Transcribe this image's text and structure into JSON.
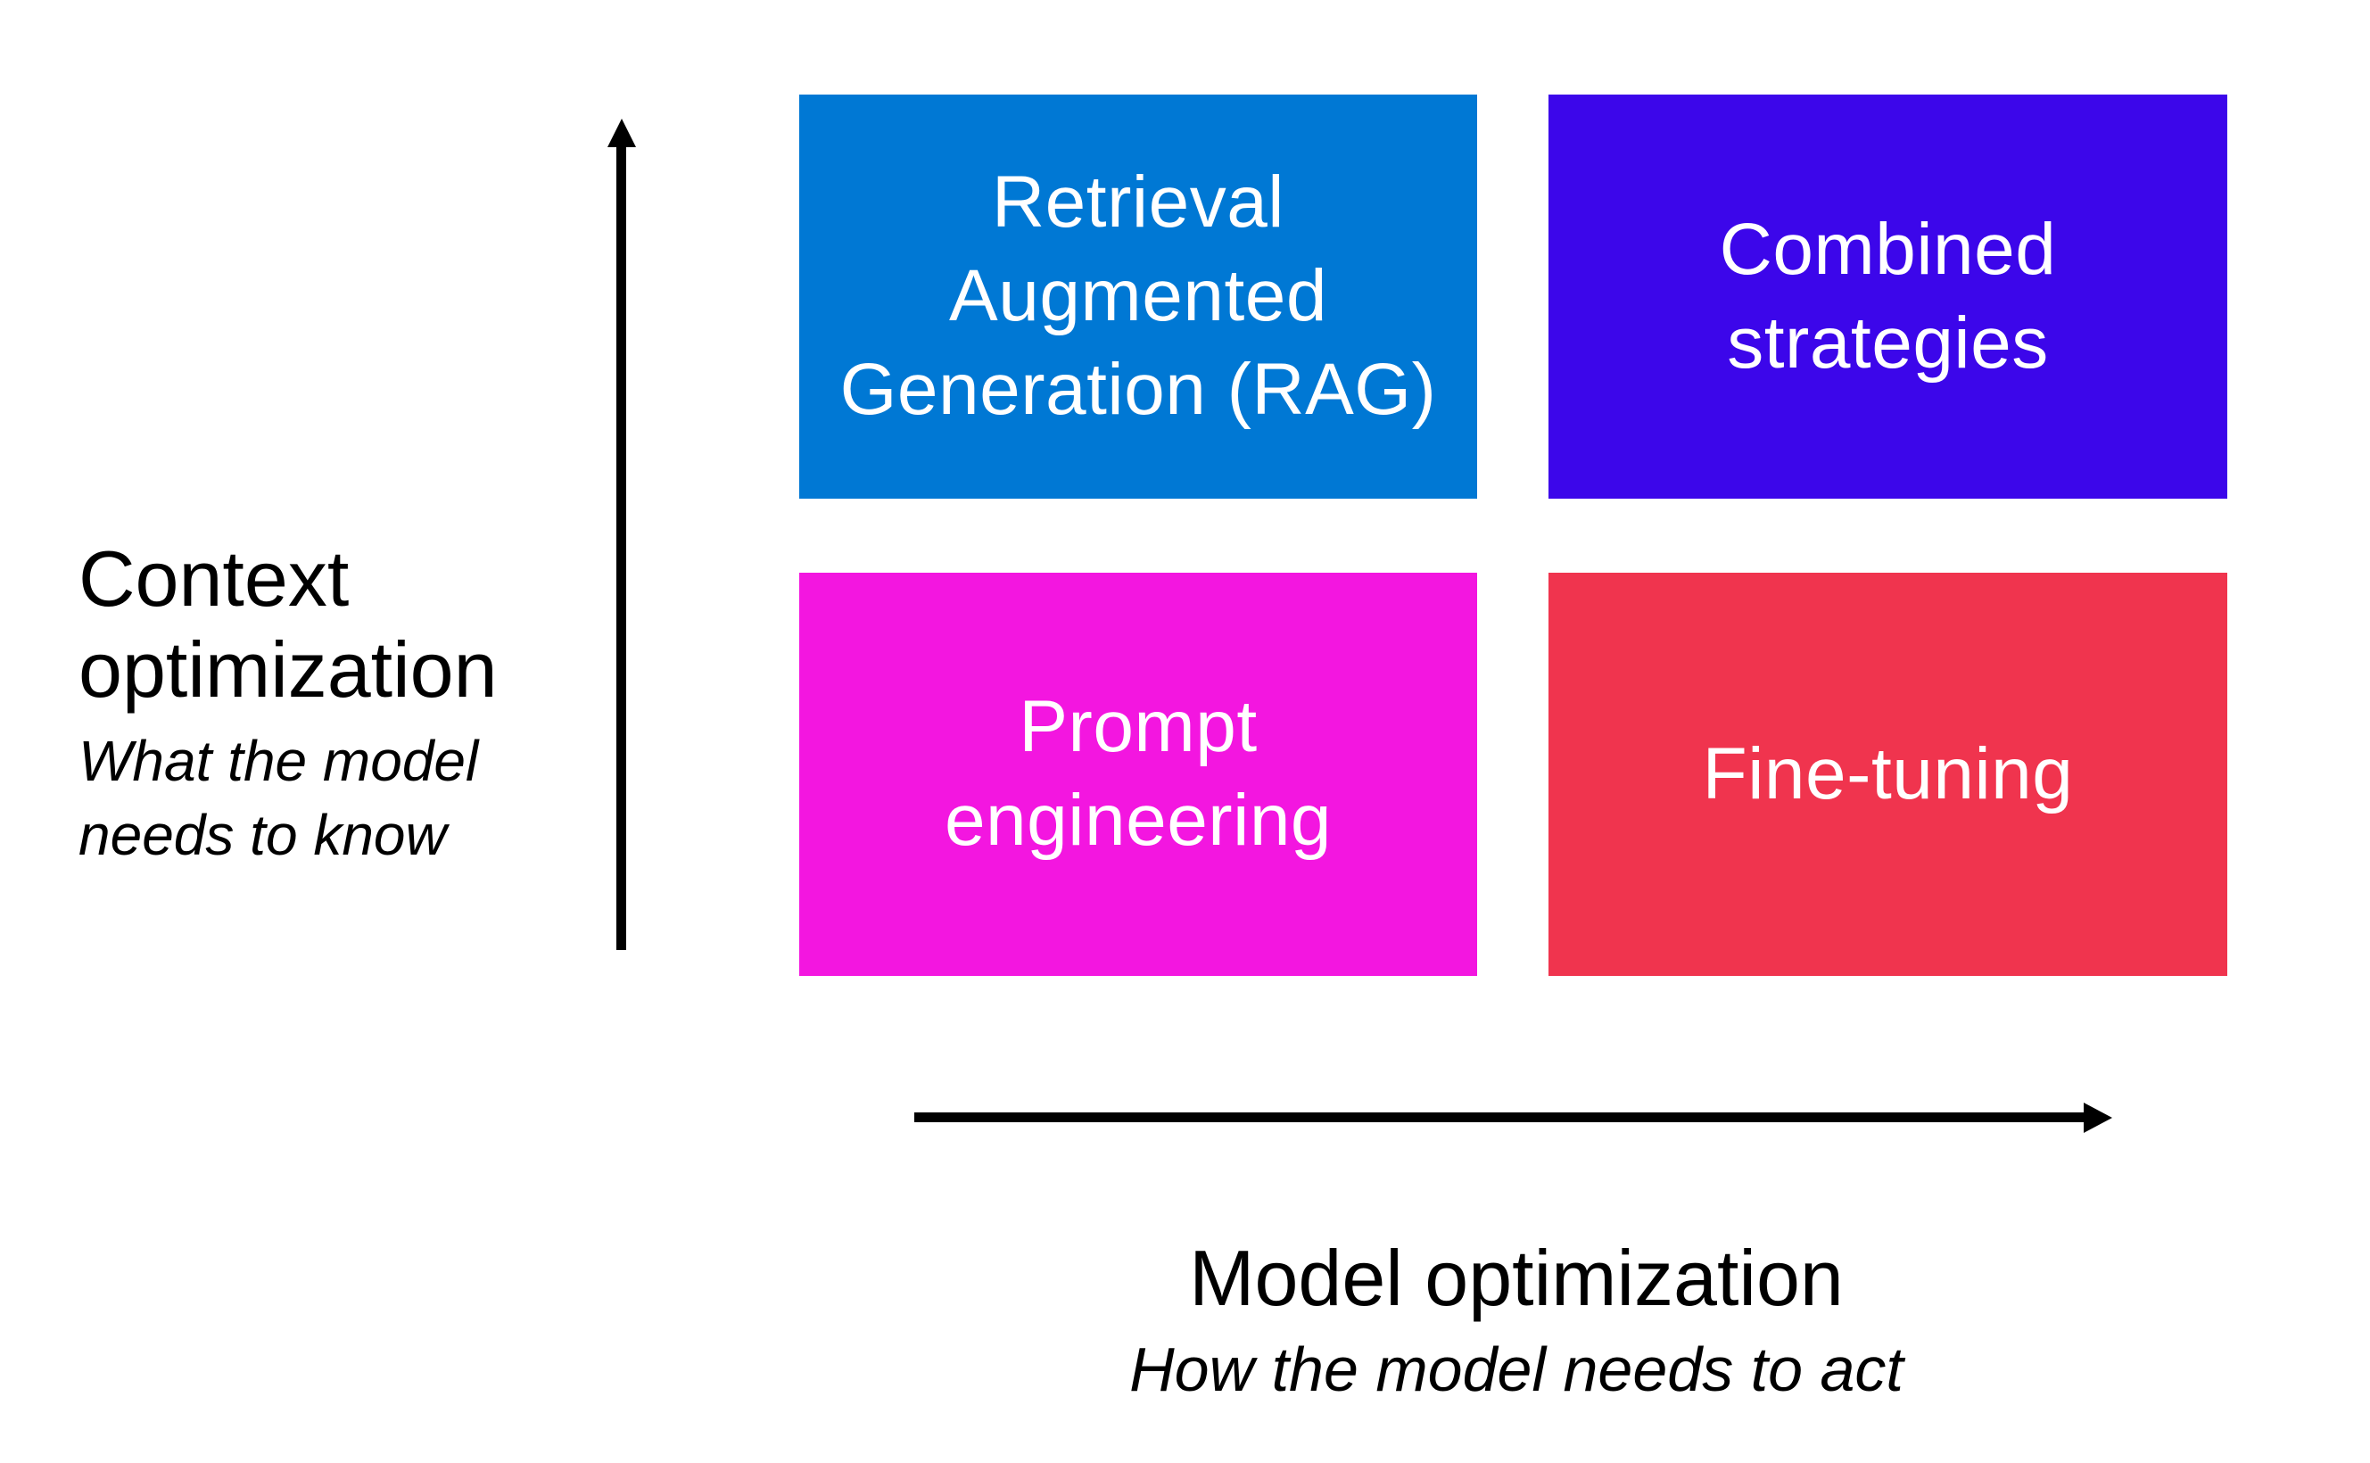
{
  "canvas": {
    "background_color": "#ffffff"
  },
  "quadrants": [
    {
      "name": "retrieval-augmented-generation",
      "label": "Retrieval Augmented Generation (RAG)",
      "lines": [
        "Retrieval",
        "Augmented",
        "Generation (RAG)"
      ],
      "color": "#0078D4",
      "text_color": "#FFFFFF"
    },
    {
      "name": "combined-strategies",
      "label": "Combined strategies",
      "lines": [
        "Combined",
        "strategies"
      ],
      "color": "#3C06EA",
      "text_color": "#FFFFFF"
    },
    {
      "name": "prompt-engineering",
      "label": "Prompt engineering",
      "lines": [
        "Prompt",
        "engineering"
      ],
      "color": "#F316E0",
      "text_color": "#FFFFFF"
    },
    {
      "name": "fine-tuning",
      "label": "Fine-tuning",
      "lines": [
        "Fine-tuning"
      ],
      "color": "#F0344E",
      "text_color": "#FFFFFF"
    }
  ],
  "y_axis": {
    "title": "Context optimization",
    "title_lines": [
      "Context",
      "optimization"
    ],
    "subtitle": "What the model needs to know",
    "subtitle_lines": [
      "What the model",
      "needs to know"
    ],
    "arrow_color": "#000000"
  },
  "x_axis": {
    "title": "Model optimization",
    "subtitle": "How the model needs to act",
    "arrow_color": "#000000"
  }
}
